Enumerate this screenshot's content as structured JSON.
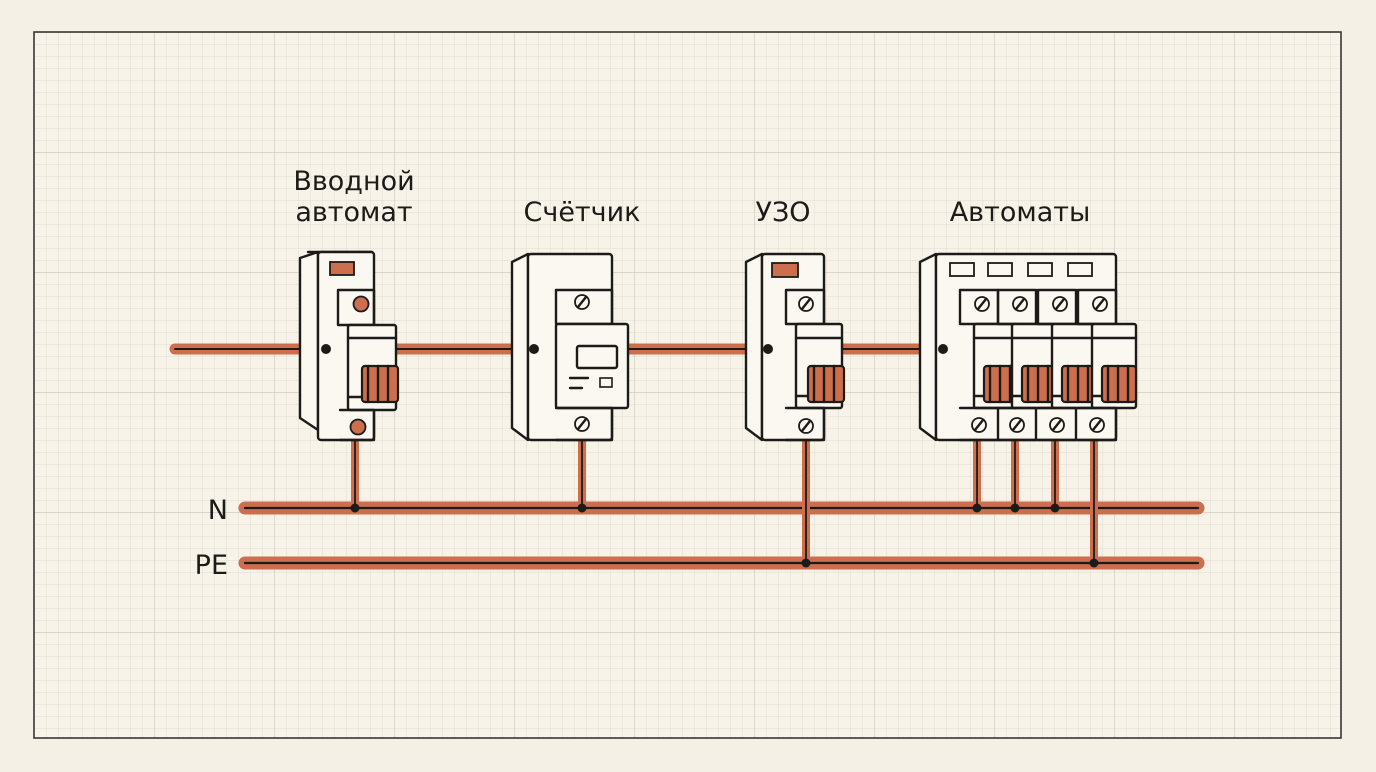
{
  "labels": {
    "main_breaker_line1": "Вводной",
    "main_breaker_line2": "автомат",
    "meter": "Счётчик",
    "rcd": "УЗО",
    "breakers": "Автоматы"
  },
  "buses": {
    "neutral": "N",
    "earth": "PE"
  },
  "colors": {
    "paper": "#f4f0e5",
    "grid_minor": "#dcd8ce",
    "grid_major": "#c9c5bb",
    "ink": "#1d1b18",
    "copper": "#cd6f4e"
  }
}
